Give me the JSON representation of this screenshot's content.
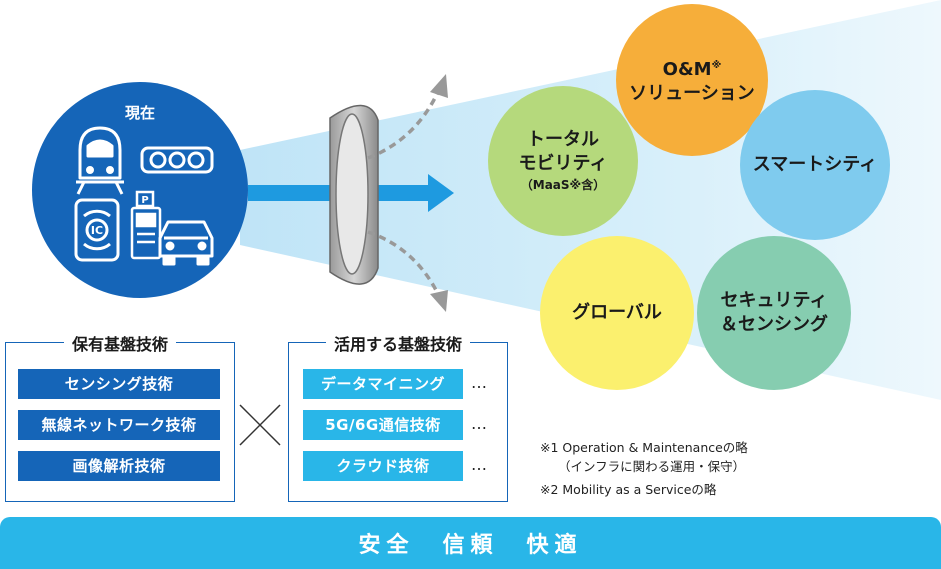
{
  "current": {
    "label": "現在"
  },
  "owned_tech": {
    "title": "保有基盤技術",
    "items": [
      "センシング技術",
      "無線ネットワーク技術",
      "画像解析技術"
    ]
  },
  "utilized_tech": {
    "title": "活用する基盤技術",
    "items": [
      "データマイニング",
      "5G/6G通信技術",
      "クラウド技術"
    ],
    "ellipsis": "…"
  },
  "cross_symbol": "×",
  "solutions": {
    "om": {
      "title": "O&M",
      "mark": "※",
      "subtitle": "ソリューション",
      "color": "#f6ae3a"
    },
    "total_mobility": {
      "line1": "トータル",
      "line2": "モビリティ",
      "note": "（MaaS※含）",
      "color": "#b5d97c"
    },
    "smart_city": {
      "title": "スマートシティ",
      "color": "#7fcbee"
    },
    "global": {
      "title": "グローバル",
      "color": "#fbf06e"
    },
    "security": {
      "line1": "セキュリティ",
      "line2": "＆センシング",
      "color": "#86cdb0"
    }
  },
  "notes": {
    "n1_line1": "※1 Operation & Maintenanceの略",
    "n1_line2": "（インフラに関わる運用・保守）",
    "n2": "※2 Mobility as a Serviceの略"
  },
  "footer": {
    "text": "安全　信頼　快適"
  },
  "colors": {
    "primary_blue": "#1565b8",
    "light_blue": "#29b6e8",
    "beam": "#cfeaf8",
    "arrow": "#1e9ae0"
  }
}
